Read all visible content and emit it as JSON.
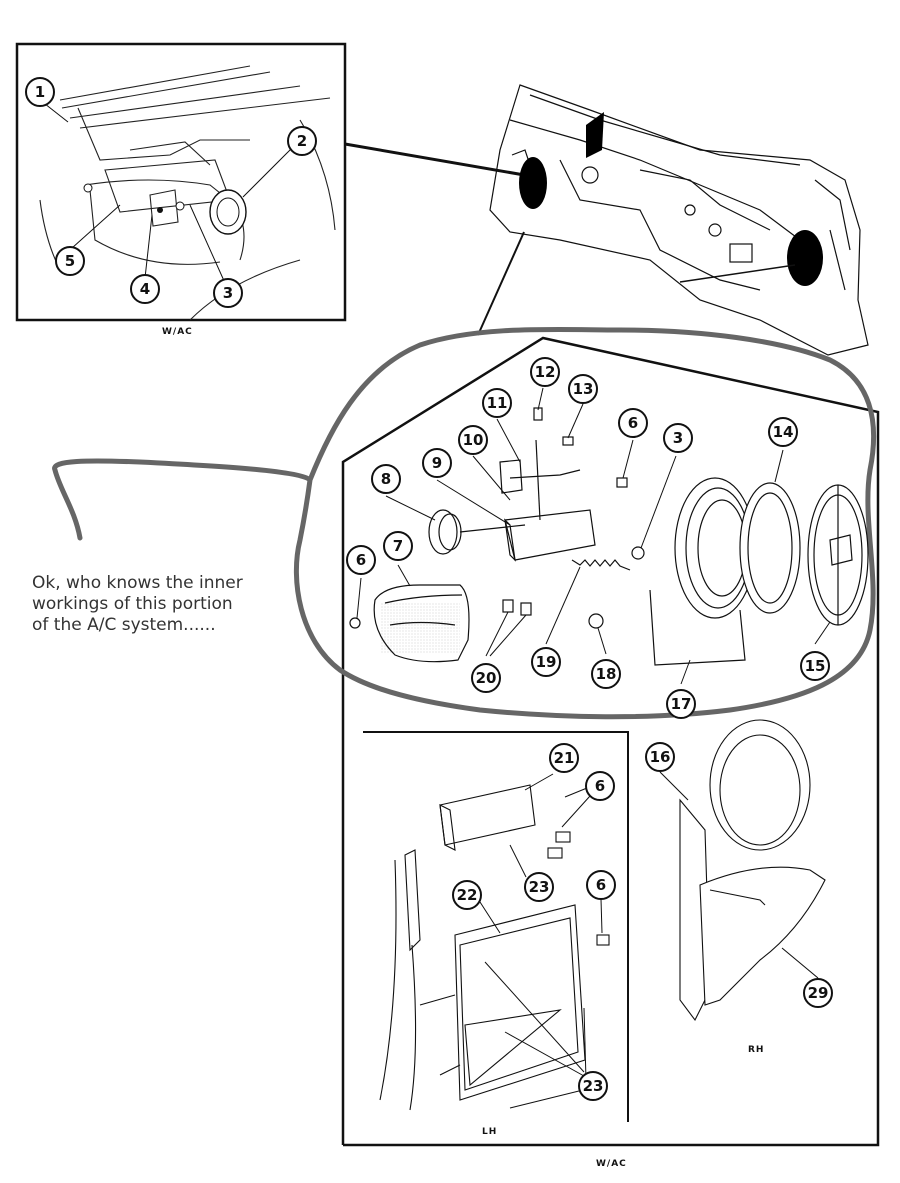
{
  "diagram": {
    "captions": {
      "inset_top": "W/AC",
      "lh": "LH",
      "rh": "RH",
      "bottom": "W/AC"
    },
    "note": "Ok, who knows the inner\nworkings of this portion\nof the A/C system......",
    "callouts": [
      {
        "id": "c1",
        "text": "1"
      },
      {
        "id": "c2",
        "text": "2"
      },
      {
        "id": "c3a",
        "text": "3"
      },
      {
        "id": "c4",
        "text": "4"
      },
      {
        "id": "c5",
        "text": "5"
      },
      {
        "id": "c12",
        "text": "12"
      },
      {
        "id": "c13",
        "text": "13"
      },
      {
        "id": "c11",
        "text": "11"
      },
      {
        "id": "c10",
        "text": "10"
      },
      {
        "id": "c6a",
        "text": "6"
      },
      {
        "id": "c3b",
        "text": "3"
      },
      {
        "id": "c14",
        "text": "14"
      },
      {
        "id": "c8",
        "text": "8"
      },
      {
        "id": "c9",
        "text": "9"
      },
      {
        "id": "c7",
        "text": "7"
      },
      {
        "id": "c6b",
        "text": "6"
      },
      {
        "id": "c20",
        "text": "20"
      },
      {
        "id": "c19",
        "text": "19"
      },
      {
        "id": "c18",
        "text": "18"
      },
      {
        "id": "c17",
        "text": "17"
      },
      {
        "id": "c15",
        "text": "15"
      },
      {
        "id": "c21",
        "text": "21"
      },
      {
        "id": "c6c",
        "text": "6"
      },
      {
        "id": "c23a",
        "text": "23"
      },
      {
        "id": "c22",
        "text": "22"
      },
      {
        "id": "c6d",
        "text": "6"
      },
      {
        "id": "c23b",
        "text": "23"
      },
      {
        "id": "c16",
        "text": "16"
      },
      {
        "id": "c29",
        "text": "29"
      }
    ]
  }
}
